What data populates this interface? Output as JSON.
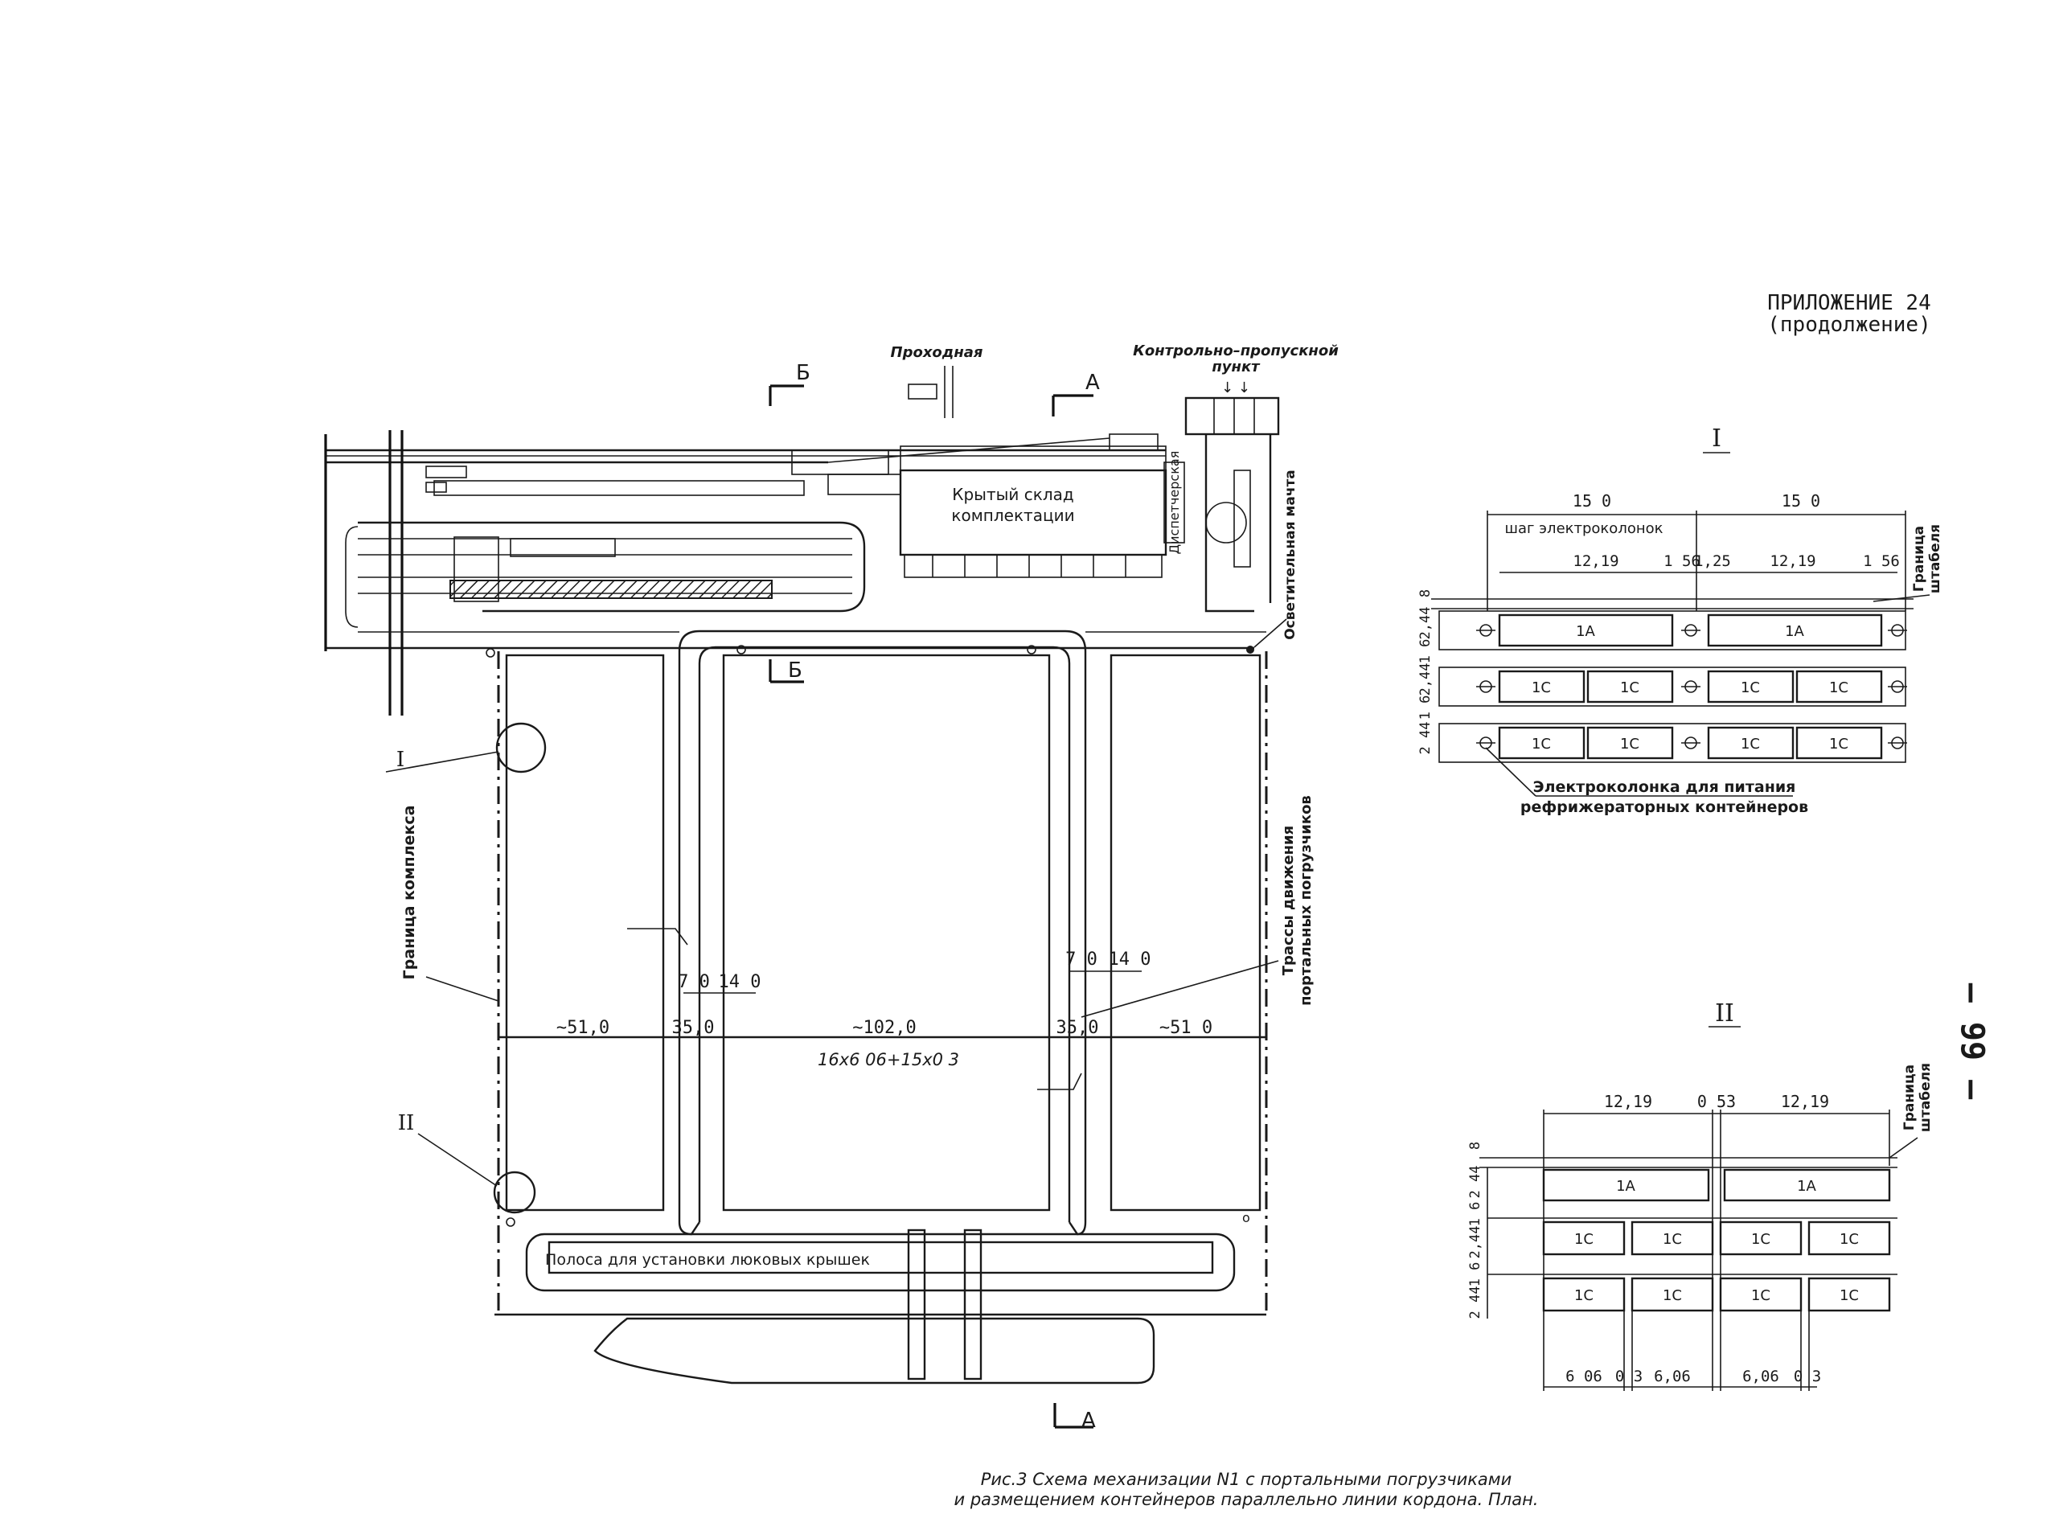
{
  "header": {
    "appendix_title": "ПРИЛОЖЕНИЕ 24",
    "appendix_subtitle": "(продолжение)",
    "page_number": "– 99 –"
  },
  "plan": {
    "label_checkpoint": "Проходная",
    "label_control_point_1": "Контрольно–пропускной",
    "label_control_point_2": "пункт",
    "warehouse_line1": "Крытый склад",
    "warehouse_line2": "комплектации",
    "dispatch": "Диспетчерская",
    "light_mast": "Осветительная мачта",
    "boundary": "Граница комплекса",
    "routes_line1": "Трассы движения",
    "routes_line2": "портальных погрузчиков",
    "hatch_strip": "Полоса для установки люковых крышек",
    "section_A": "А",
    "section_B": "Б",
    "callout_I": "I",
    "callout_II": "II",
    "dims": {
      "w1": "~51,0",
      "w2": "35,0",
      "w3": "~102,0",
      "w4": "35,0",
      "w5": "~51 0",
      "lane_a": "7 0",
      "lane_b": "14 0",
      "lane_c": "7 0",
      "lane_d": "14 0",
      "formula": "16x6 06+15x0 3"
    }
  },
  "detail_I": {
    "title": "I",
    "pitch_1": "15 0",
    "pitch_2": "15 0",
    "pitch_label": "шаг электроколонок",
    "d_12_19_a": "12,19",
    "d_1_56a": "1 56",
    "d_1_25": "1,25",
    "d_12_19_b": "12,19",
    "d_1_56b": "1 56",
    "boundary_1": "Граница",
    "boundary_2": "штабеля",
    "side_dims": [
      "8",
      "2,44",
      "1 6",
      "2,44",
      "1 6",
      "2 44"
    ],
    "row1": [
      "1A",
      "1A"
    ],
    "row2": [
      "1C",
      "1C",
      "1C",
      "1C"
    ],
    "row3": [
      "1C",
      "1C",
      "1C",
      "1C"
    ],
    "caption_1": "Электроколонка для питания",
    "caption_2": "рефрижераторных контейнеров"
  },
  "detail_II": {
    "title": "II",
    "d_12_19_a": "12,19",
    "d_0_53": "0 53",
    "d_12_19_b": "12,19",
    "boundary_1": "Граница",
    "boundary_2": "штабеля",
    "side_dims": [
      "8",
      "2 44",
      "1 6",
      "2,44",
      "1 6",
      "2 44"
    ],
    "row1": [
      "1A",
      "1A"
    ],
    "row2": [
      "1C",
      "1C",
      "1C",
      "1C"
    ],
    "row3": [
      "1C",
      "1C",
      "1C",
      "1C"
    ],
    "bottom_dims": [
      "6 06",
      "0 3",
      "6,06",
      "6,06",
      "0 3"
    ]
  },
  "caption": {
    "line1": "Рис.3 Схема механизации N1 с портальными погрузчиками",
    "line2": "и размещением контейнеров параллельно линии кордона. План."
  }
}
